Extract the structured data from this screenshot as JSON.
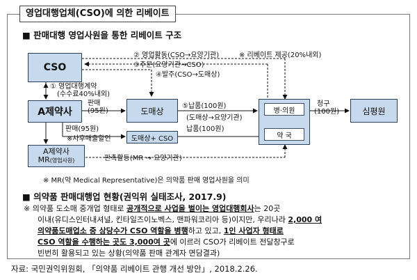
{
  "title": "영업대행업체(CSO)에 의한 리베이트",
  "section1": {
    "bullet": "■",
    "heading": "판매대행 영업사원을 통한 리베이트 구조"
  },
  "diagram": {
    "cso": "CSO",
    "a_pharma": "A제약사",
    "wholesaler": "도매상",
    "wholesaler_cso": "도매상+ CSO",
    "mr_line1": "A제약사",
    "mr_line2_main": "MR",
    "mr_line2_sub": "(영업사원)",
    "hospital_group": {
      "hospital": "병·의원",
      "pharmacy": "약  국"
    },
    "hira": "심평원",
    "labels": {
      "contract_1": "①  영업대행계약",
      "contract_2": "(수수료40%내외)",
      "step2": "② 영업활동(CSO→요양기관)",
      "rebate": "※ 리베이트 제공(20%내외)",
      "step3": "③주문(요양기관→CSO)",
      "step4": "④발주(CSO→도매상)",
      "sale_top_1": "판매",
      "sale_top_2": "(95원)",
      "delivery_1": "⑤납품(100원)",
      "delivery_2": "(도매상→요양기관)",
      "delivery_3": "납품(100원)",
      "sale_bottom": "판매(95원)",
      "discount": "※사후매출할인",
      "claim_1": "청구",
      "claim_2": "(100원)",
      "mr_activity": "판촉활동(MR → 요양기관)"
    },
    "footnote": "※ MR(약 Medical Representative)은 의약품 판매 영업사원을 의미"
  },
  "section2": {
    "bullet": "■",
    "heading": "의약품 판매대행업 현황(권익위 실태조사, 2017.9)",
    "lines": [
      {
        "pre": "※  의약품 도소매 중개업 형태로 ",
        "u1": "공개적으로 사업을 벌이는 영업대행회사",
        "post": "는 20곳"
      },
      {
        "pre": "이내(유디스인터내셔널, 킨타일즈이노벡스, 맨파워코리아 등)이지만, 우리나라 ",
        "u1": "2,000 여",
        "post": ""
      },
      {
        "pre": "",
        "u1": "의약품도매업소 중 상당수가 CSO 역할을 병행",
        "post": "하고 있고, ",
        "u2": "1인 사업자 형태로"
      },
      {
        "pre": "",
        "u1": "CSO 역할을 수행하는 곳도 3,000여 곳",
        "post": "에 이르러 CSO가 리베이트 전달창구로"
      },
      {
        "pre": "",
        "u1": "",
        "post": "빈번히 활용되고 있는 상황(의약품 판매 관계자 면담결과)"
      }
    ]
  },
  "caption": "자료: 국민권익위원회, 「의약품 리베이트 관행 개선 방안」, 2018.2.26."
}
